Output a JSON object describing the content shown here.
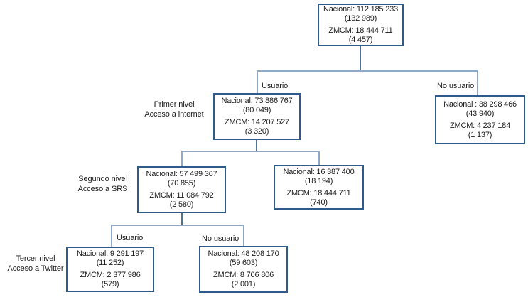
{
  "colors": {
    "box_border": "#2e5b8c",
    "connector_stub": "#4f7396",
    "connector_elbow": "#8fa9c6",
    "text": "#1a1a1a",
    "background": "#ffffff"
  },
  "levels": {
    "primer": {
      "line1": "Primer nivel",
      "line2": "Acceso a internet"
    },
    "segundo": {
      "line1": "Segundo nivel",
      "line2": "Acceso a SRS"
    },
    "tercer": {
      "line1": "Tercer nivel",
      "line2": "Acceso a Twitter"
    }
  },
  "branch_labels": {
    "usuario_internet": "Usuario",
    "no_usuario_internet": "No usuario",
    "usuario_twitter": "Usuario",
    "no_usuario_twitter": "No usuario"
  },
  "nodes": {
    "root": {
      "nacional": "Nacional: 112 185 233",
      "nacional_count": "(132 989)",
      "zmcm": "ZMCM: 18 444 711",
      "zmcm_count": "(4 457)"
    },
    "internet_usuario": {
      "nacional": "Nacional: 73 886 767",
      "nacional_count": "(80 049)",
      "zmcm": "ZMCM: 14 207 527",
      "zmcm_count": "(3 320)"
    },
    "internet_no_usuario": {
      "nacional": "Nacional : 38 298 466",
      "nacional_count": "(43 940)",
      "zmcm": "ZMCM: 4 237 184",
      "zmcm_count": "(1 137)"
    },
    "srs_acceso": {
      "nacional": "Nacional: 57 499 367",
      "nacional_count": "(70 855)",
      "zmcm": "ZMCM: 11 084 792",
      "zmcm_count": "(2 580)"
    },
    "srs_no_acceso": {
      "nacional": "Nacional: 16 387 400",
      "nacional_count": "(18 194)",
      "zmcm": "ZMCM: 18 444 711",
      "zmcm_count": "(740)"
    },
    "twitter_usuario": {
      "nacional": "Nacional: 9 291 197",
      "nacional_count": "(11 252)",
      "zmcm": "ZMCM: 2 377 986",
      "zmcm_count": "(579)"
    },
    "twitter_no_usuario": {
      "nacional": "Nacional: 48 208 170",
      "nacional_count": "(59 603)",
      "zmcm": "ZMCM: 8 706 806",
      "zmcm_count": "(2 001)"
    }
  }
}
